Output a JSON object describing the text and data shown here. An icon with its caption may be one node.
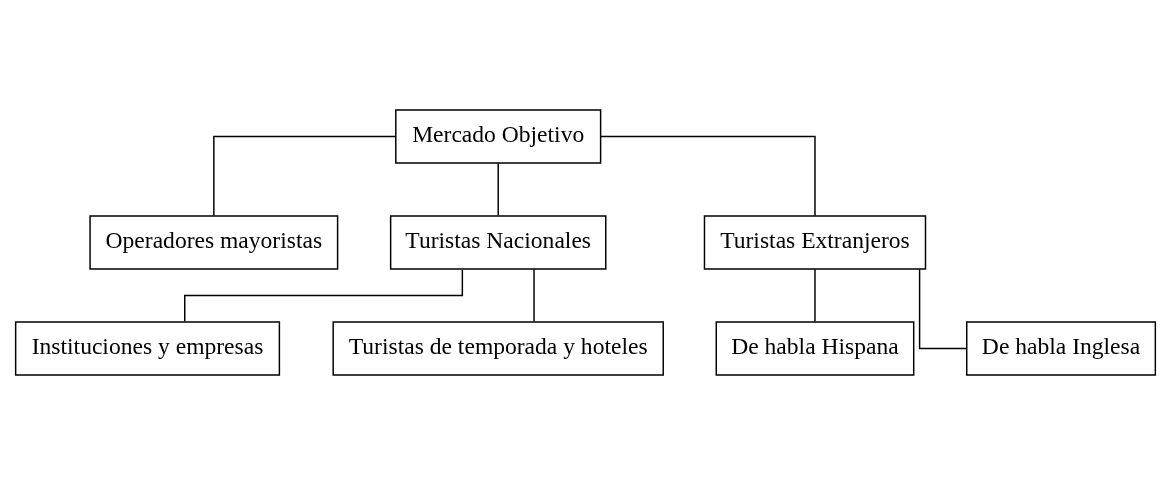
{
  "diagram": {
    "nodes": [
      {
        "text": [
          "Mercado Objetivo"
        ]
      },
      {
        "text": [
          "Operadores mayoristas"
        ]
      },
      {
        "text": [
          "Turistas Nacionales"
        ]
      },
      {
        "text": [
          "Turistas Extranjeros"
        ]
      },
      {
        "text": [
          "Instituciones y empresas"
        ]
      },
      {
        "text": [
          "Turistas de temporada y hoteles"
        ]
      },
      {
        "text": [
          "De habla Hispana"
        ]
      },
      {
        "text": [
          "De habla Inglesa"
        ]
      }
    ],
    "edges": [
      {
        "from": 0,
        "to": 1,
        "arrow": "none"
      },
      {
        "from": 0,
        "to": 2,
        "arrow": "none"
      },
      {
        "from": 0,
        "to": 3,
        "arrow": "none"
      },
      {
        "from": 2,
        "to": 4,
        "arrow": "none"
      },
      {
        "from": 2,
        "to": 5,
        "arrow": "none"
      },
      {
        "from": 3,
        "to": 6,
        "arrow": "none"
      },
      {
        "from": 3,
        "to": 7,
        "arrow": "none"
      }
    ]
  }
}
